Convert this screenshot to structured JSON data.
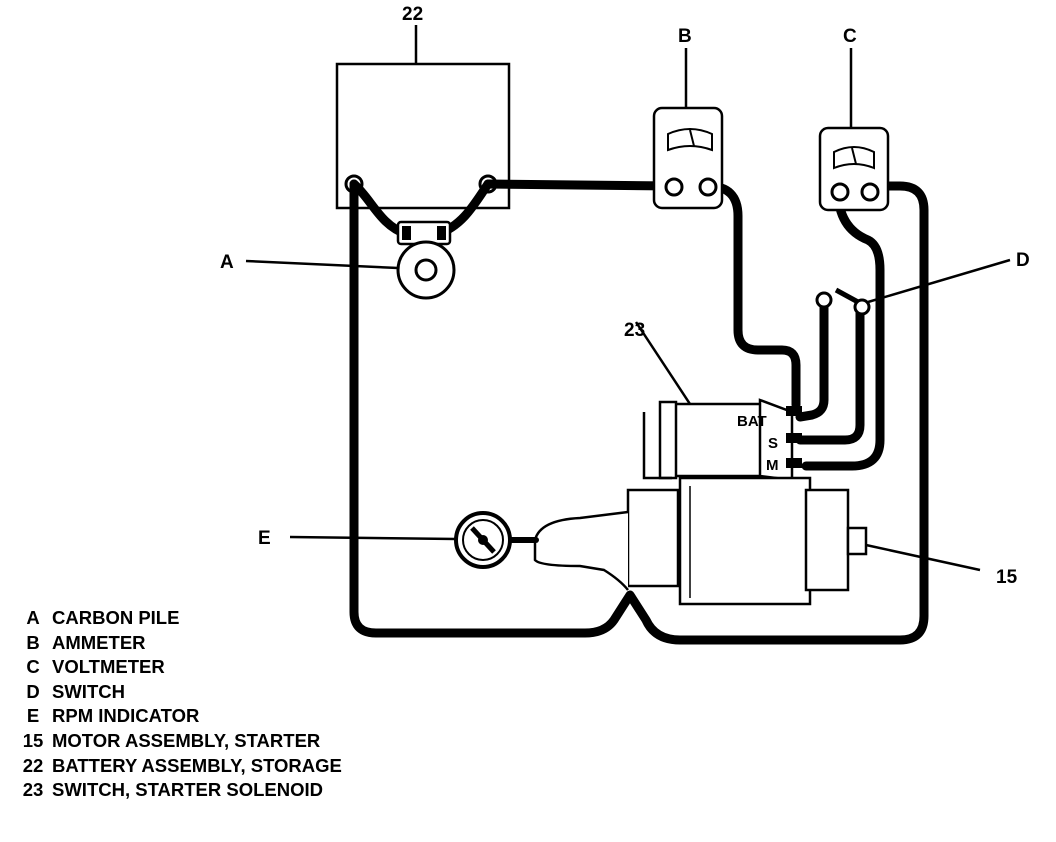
{
  "callouts": {
    "battery": "22",
    "ammeter": "B",
    "voltmeter": "C",
    "carbon_pile": "A",
    "switch": "D",
    "solenoid": "23",
    "rpm_indicator": "E",
    "motor": "15"
  },
  "solenoid_terminals": {
    "bat": "BAT",
    "s": "S",
    "m": "M"
  },
  "legend": [
    {
      "key": "A",
      "label": "CARBON PILE"
    },
    {
      "key": "B",
      "label": "AMMETER"
    },
    {
      "key": "C",
      "label": "VOLTMETER"
    },
    {
      "key": "D",
      "label": "SWITCH"
    },
    {
      "key": "E",
      "label": "RPM INDICATOR"
    },
    {
      "key": "15",
      "label": "MOTOR ASSEMBLY, STARTER"
    },
    {
      "key": "22",
      "label": "BATTERY ASSEMBLY, STORAGE"
    },
    {
      "key": "23",
      "label": "SWITCH, STARTER SOLENOID"
    }
  ]
}
